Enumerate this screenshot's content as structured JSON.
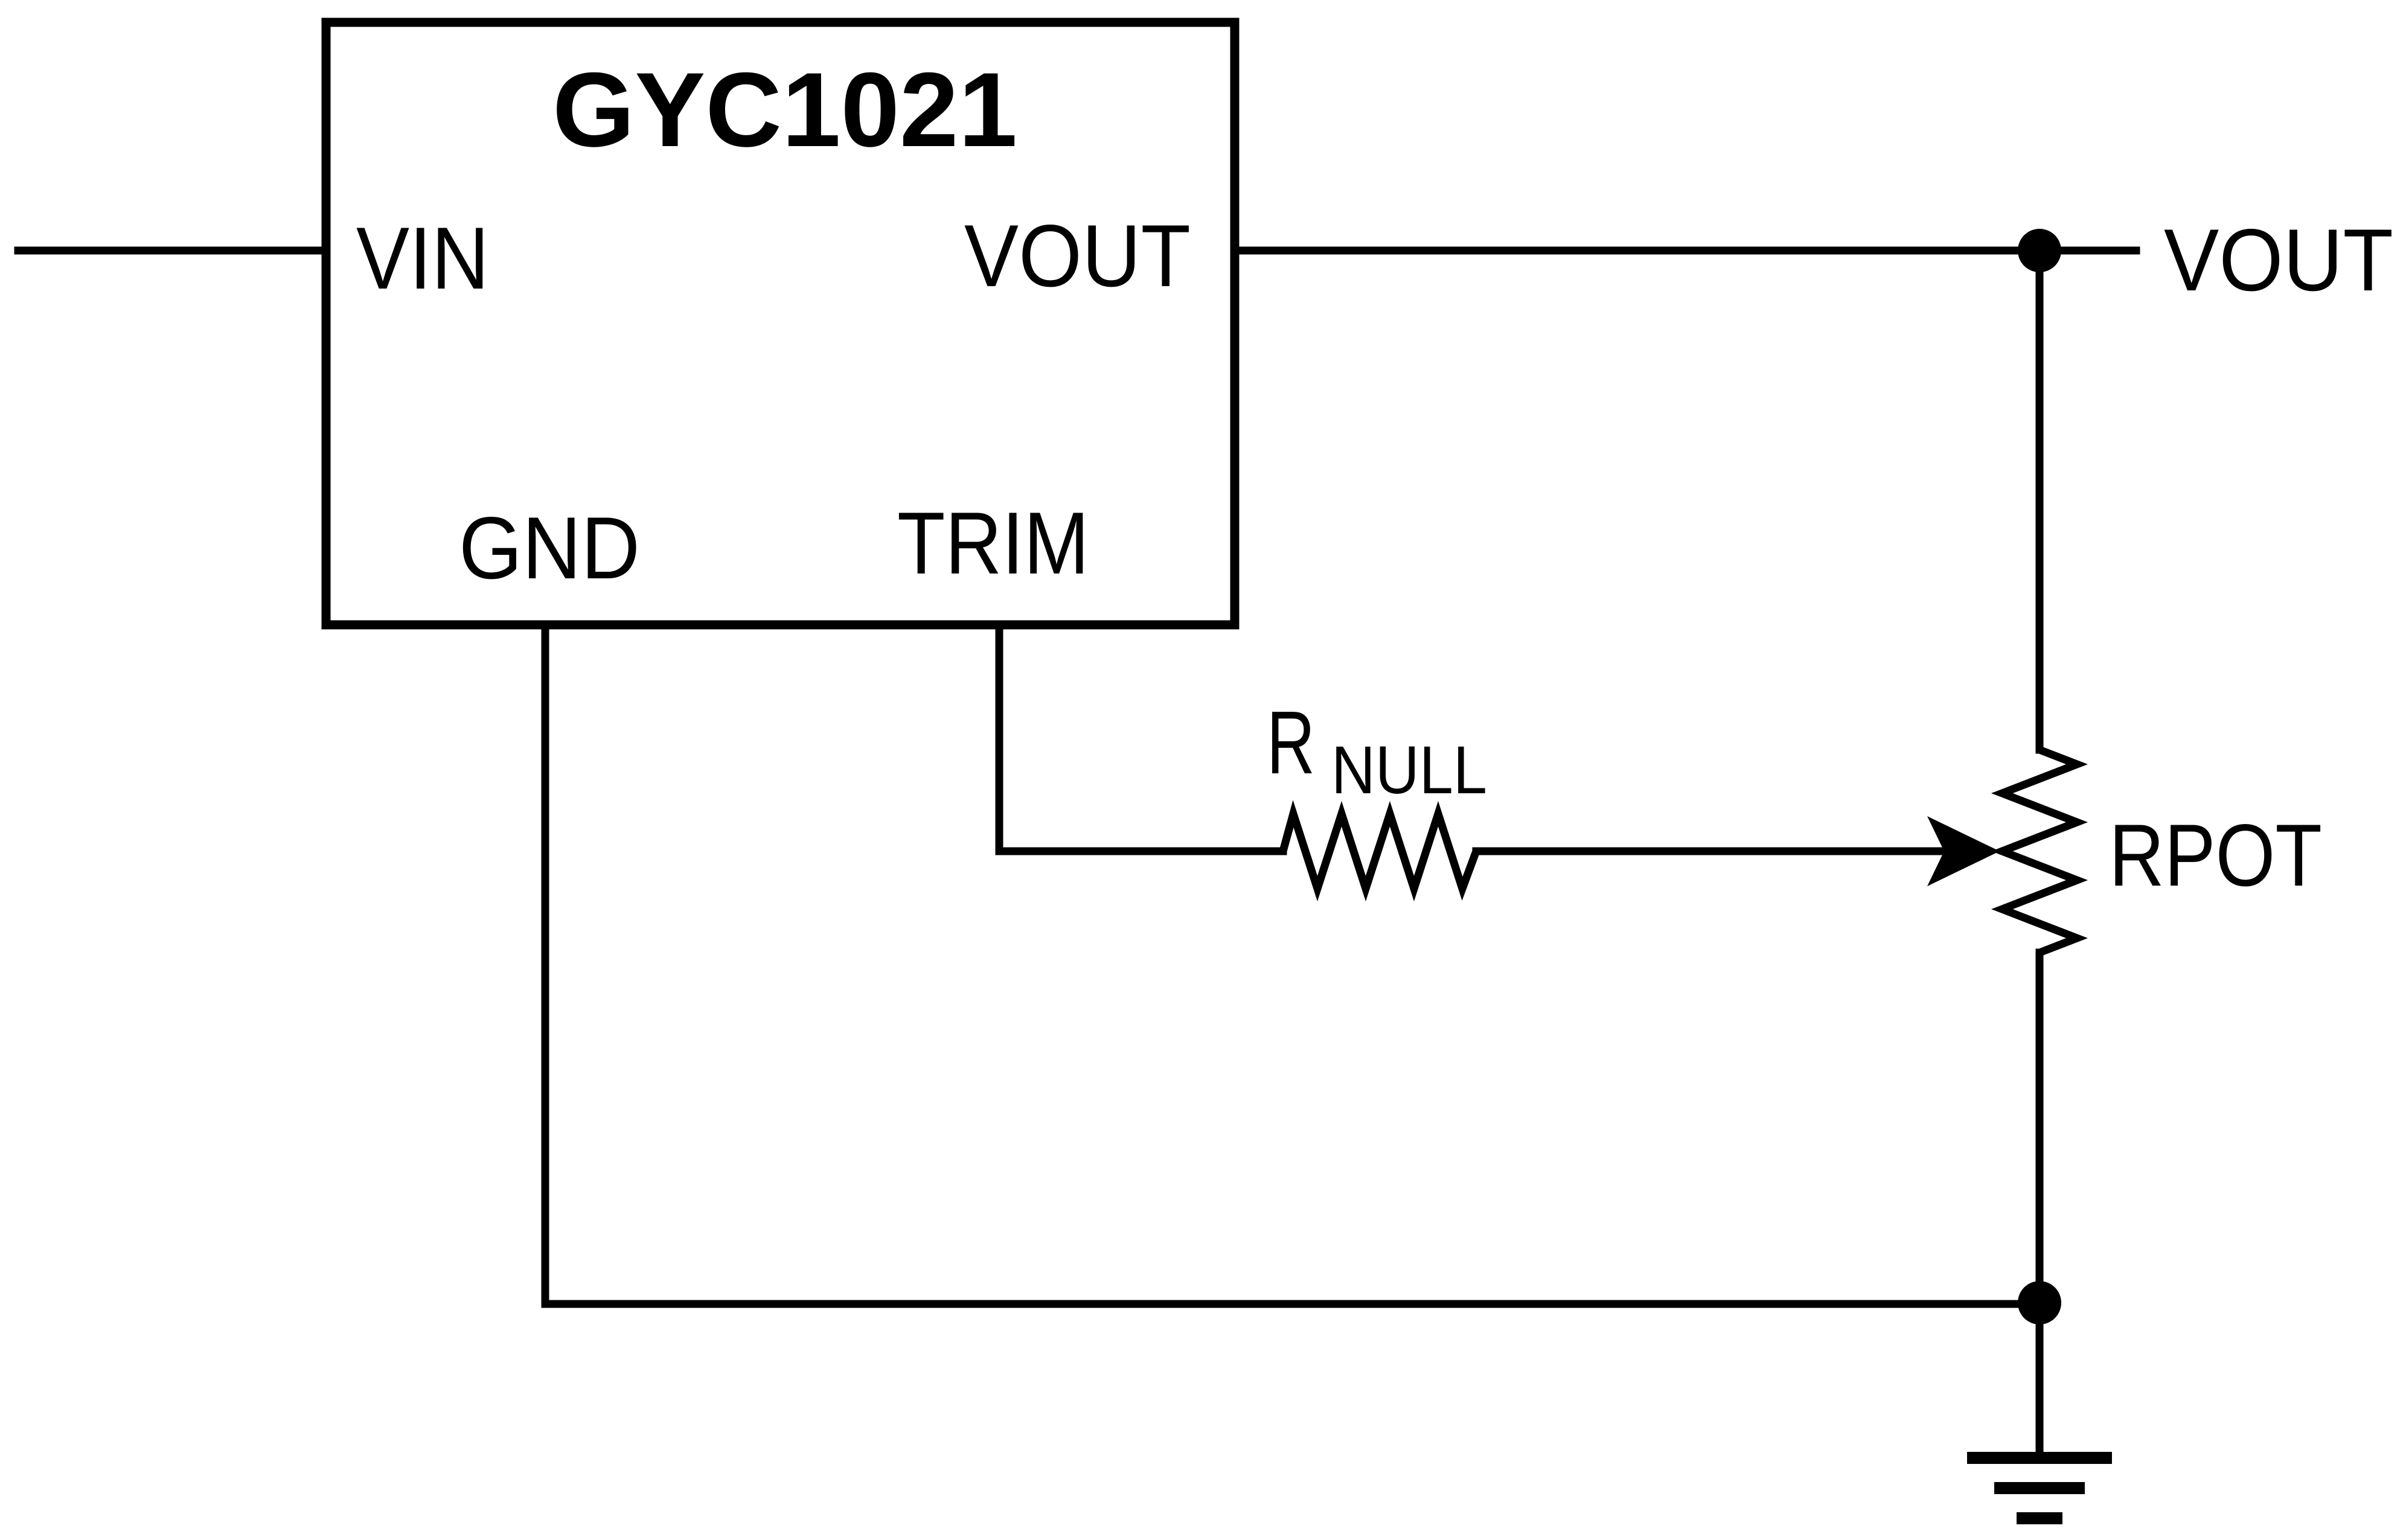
{
  "colors": {
    "ink": "#000000",
    "background": "#ffffff"
  },
  "ic": {
    "name": "GYC1021",
    "pins": {
      "vin": "VIN",
      "vout": "VOUT",
      "gnd": "GND",
      "trim": "TRIM"
    }
  },
  "labels": {
    "vout_net": "VOUT",
    "rpot": "RPOT",
    "rnull": {
      "base": "R",
      "subscript": "NULL"
    }
  }
}
